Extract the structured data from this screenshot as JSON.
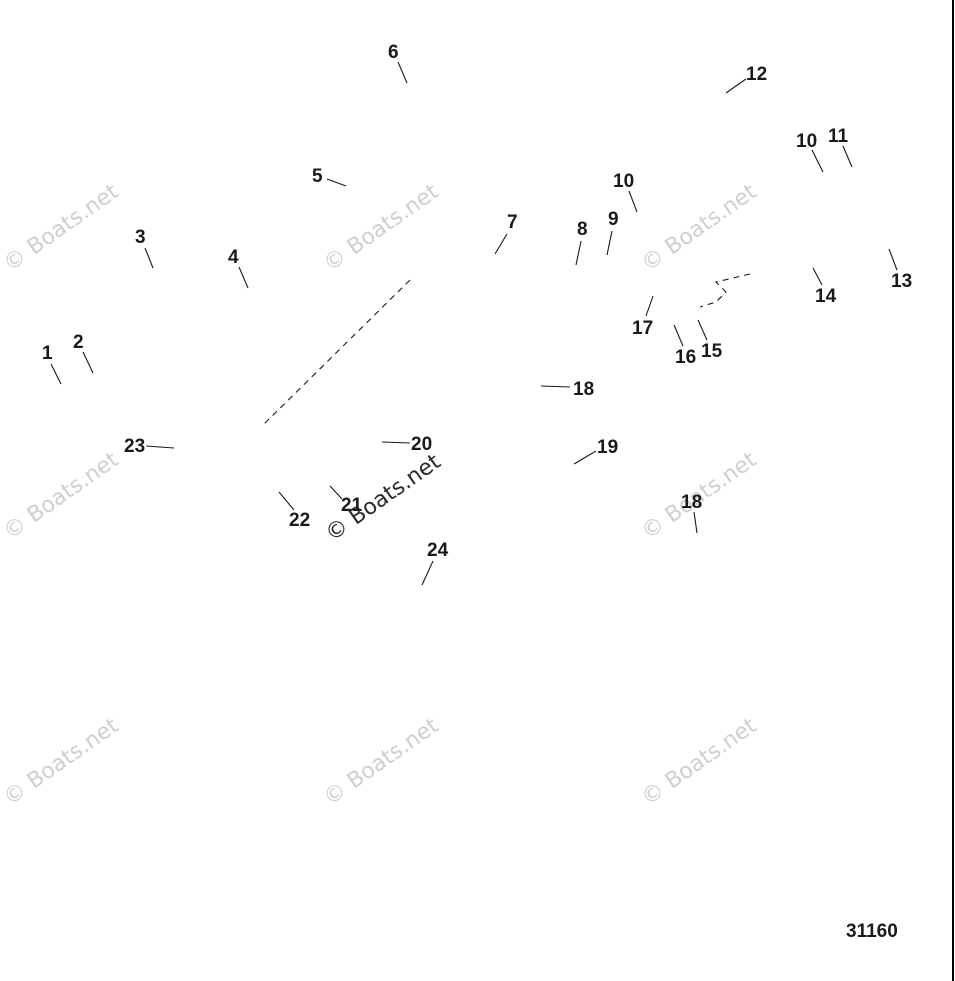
{
  "callouts": [
    {
      "id": "c6",
      "label": "6"
    },
    {
      "id": "c12",
      "label": "12"
    },
    {
      "id": "c10a",
      "label": "10"
    },
    {
      "id": "c11",
      "label": "11"
    },
    {
      "id": "c5",
      "label": "5"
    },
    {
      "id": "c10b",
      "label": "10"
    },
    {
      "id": "c7",
      "label": "7"
    },
    {
      "id": "c8",
      "label": "8"
    },
    {
      "id": "c9",
      "label": "9"
    },
    {
      "id": "c3",
      "label": "3"
    },
    {
      "id": "c4",
      "label": "4"
    },
    {
      "id": "c13",
      "label": "13"
    },
    {
      "id": "c14",
      "label": "14"
    },
    {
      "id": "c17",
      "label": "17"
    },
    {
      "id": "c16",
      "label": "16"
    },
    {
      "id": "c15",
      "label": "15"
    },
    {
      "id": "c1",
      "label": "1"
    },
    {
      "id": "c2",
      "label": "2"
    },
    {
      "id": "c18a",
      "label": "18"
    },
    {
      "id": "c23",
      "label": "23"
    },
    {
      "id": "c20",
      "label": "20"
    },
    {
      "id": "c19",
      "label": "19"
    },
    {
      "id": "c22",
      "label": "22"
    },
    {
      "id": "c21",
      "label": "21"
    },
    {
      "id": "c18b",
      "label": "18"
    },
    {
      "id": "c24",
      "label": "24"
    }
  ],
  "watermark": {
    "text": "© Boats.net"
  },
  "diagram_number": "31160",
  "colors": {
    "ink": "#1a1a1a",
    "watermark": "#cfcfcf",
    "background": "#ffffff"
  }
}
